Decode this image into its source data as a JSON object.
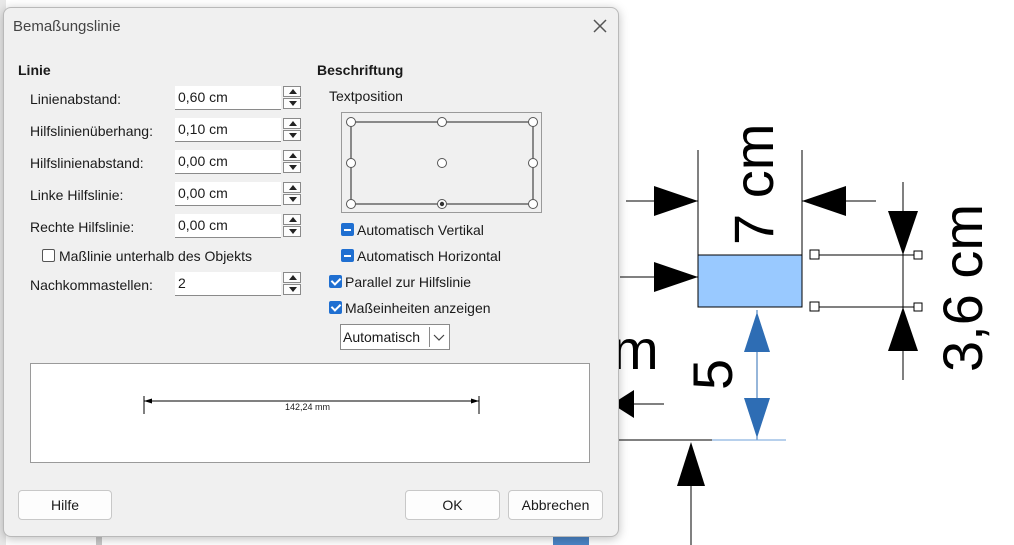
{
  "dialog": {
    "title": "Bemaßungslinie",
    "close_icon": "close-icon",
    "linie": {
      "heading": "Linie",
      "fields": [
        {
          "label": "Linienabstand:",
          "value": "0,60 cm"
        },
        {
          "label": "Hilfslinienüberhang:",
          "value": "0,10 cm"
        },
        {
          "label": "Hilfslinienabstand:",
          "value": "0,00 cm"
        },
        {
          "label": "Linke Hilfslinie:",
          "value": "0,00 cm"
        },
        {
          "label": "Rechte Hilfslinie:",
          "value": "0,00 cm"
        }
      ],
      "below_object_label": "Maßlinie unterhalb des Objekts",
      "below_object_checked": false,
      "decimals_label": "Nachkommastellen:",
      "decimals_value": "2"
    },
    "beschriftung": {
      "heading": "Beschriftung",
      "textposition_label": "Textposition",
      "auto_vertical_label": "Automatisch Vertikal",
      "auto_horizontal_label": "Automatisch Horizontal",
      "parallel_label": "Parallel zur Hilfslinie",
      "parallel_checked": true,
      "units_label": "Maßeinheiten anzeigen",
      "units_checked": true,
      "units_select_value": "Automatisch"
    },
    "preview_measure": "142,24 mm",
    "buttons": {
      "help": "Hilfe",
      "ok": "OK",
      "cancel": "Abbrechen"
    }
  },
  "background_drawing": {
    "label_width": "7 cm",
    "label_height": "3,6 cm",
    "label_5": "5",
    "label_m": "m",
    "shape_fill": "#99c9ff",
    "arrow_color": "#2e6db4"
  }
}
